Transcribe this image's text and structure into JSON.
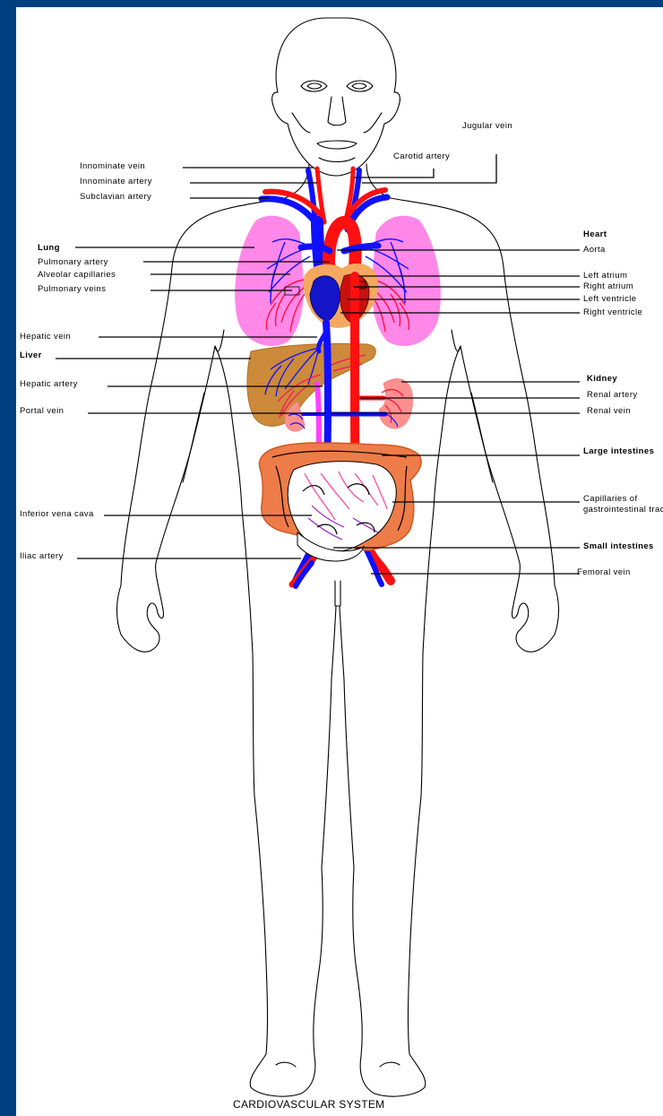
{
  "caption": "CARDIOVASCULAR SYSTEM",
  "colors": {
    "artery": "#ff1010",
    "vein": "#1010ff",
    "lung": "#ff88e8",
    "liver": "#cc8a3a",
    "intestine": "#ee7c48",
    "kidney": "#ff9090",
    "heart": "#c81010",
    "frame": "#004081"
  },
  "labels": {
    "jugular_vein": "Jugular vein",
    "carotid_artery": "Carotid artery",
    "innominate_vein": "Innominate vein",
    "innominate_artery": "Innominate artery",
    "subclavian_artery": "Subclavian artery",
    "lung": "Lung",
    "pulmonary_artery": "Pulmonary artery",
    "alveolar_capillaries": "Alveolar capillaries",
    "pulmonary_veins": "Pulmonary veins",
    "heart": "Heart",
    "aorta": "Aorta",
    "left_atrium": "Left atrium",
    "right_atrium": "Right atrium",
    "left_ventricle": "Left ventricle",
    "right_ventricle": "Right ventricle",
    "hepatic_vein": "Hepatic vein",
    "liver": "Liver",
    "hepatic_artery": "Hepatic artery",
    "portal_vein": "Portal vein",
    "kidney": "Kidney",
    "renal_artery": "Renal artery",
    "renal_vein": "Renal vein",
    "large_intestines": "Large intestines",
    "capillaries_gi_1": "Capillaries of",
    "capillaries_gi_2": "gastrointestinal tract",
    "inferior_vena_cava": "Inferior vena cava",
    "small_intestines": "Small intestines",
    "iliac_artery": "Iliac artery",
    "femoral_vein": "Femoral vein"
  }
}
